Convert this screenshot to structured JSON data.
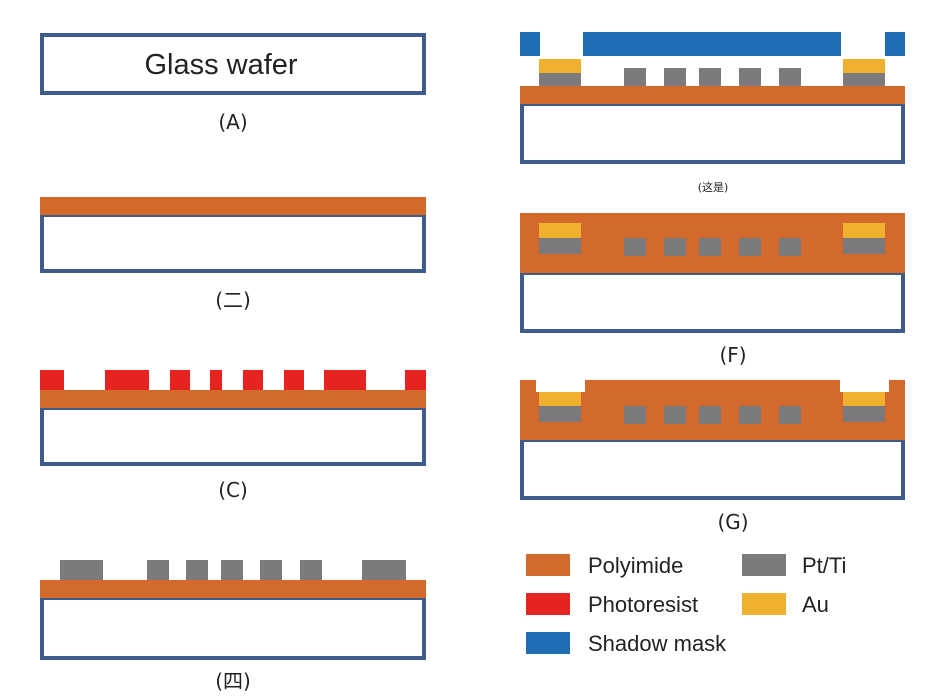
{
  "colors": {
    "polyimide": "#D4692C",
    "photoresist": "#E52421",
    "shadow_mask": "#1F6DB4",
    "pt_ti": "#7B7B7D",
    "au": "#F0B12E",
    "glass_border": "#3E5B8A"
  },
  "steps": {
    "a": {
      "label": "(A)",
      "wafer_text": "Glass wafer"
    },
    "b": {
      "label": "(二)"
    },
    "c": {
      "label": "(C)"
    },
    "d": {
      "label": "(四)"
    },
    "e": {
      "label": "(这是)"
    },
    "f": {
      "label": "(F)"
    },
    "g": {
      "label": "(G)"
    }
  },
  "legend": {
    "polyimide": "Polyimide",
    "photoresist": "Photoresist",
    "shadow_mask": "Shadow mask",
    "pt_ti": "Pt/Ti",
    "au": "Au"
  }
}
